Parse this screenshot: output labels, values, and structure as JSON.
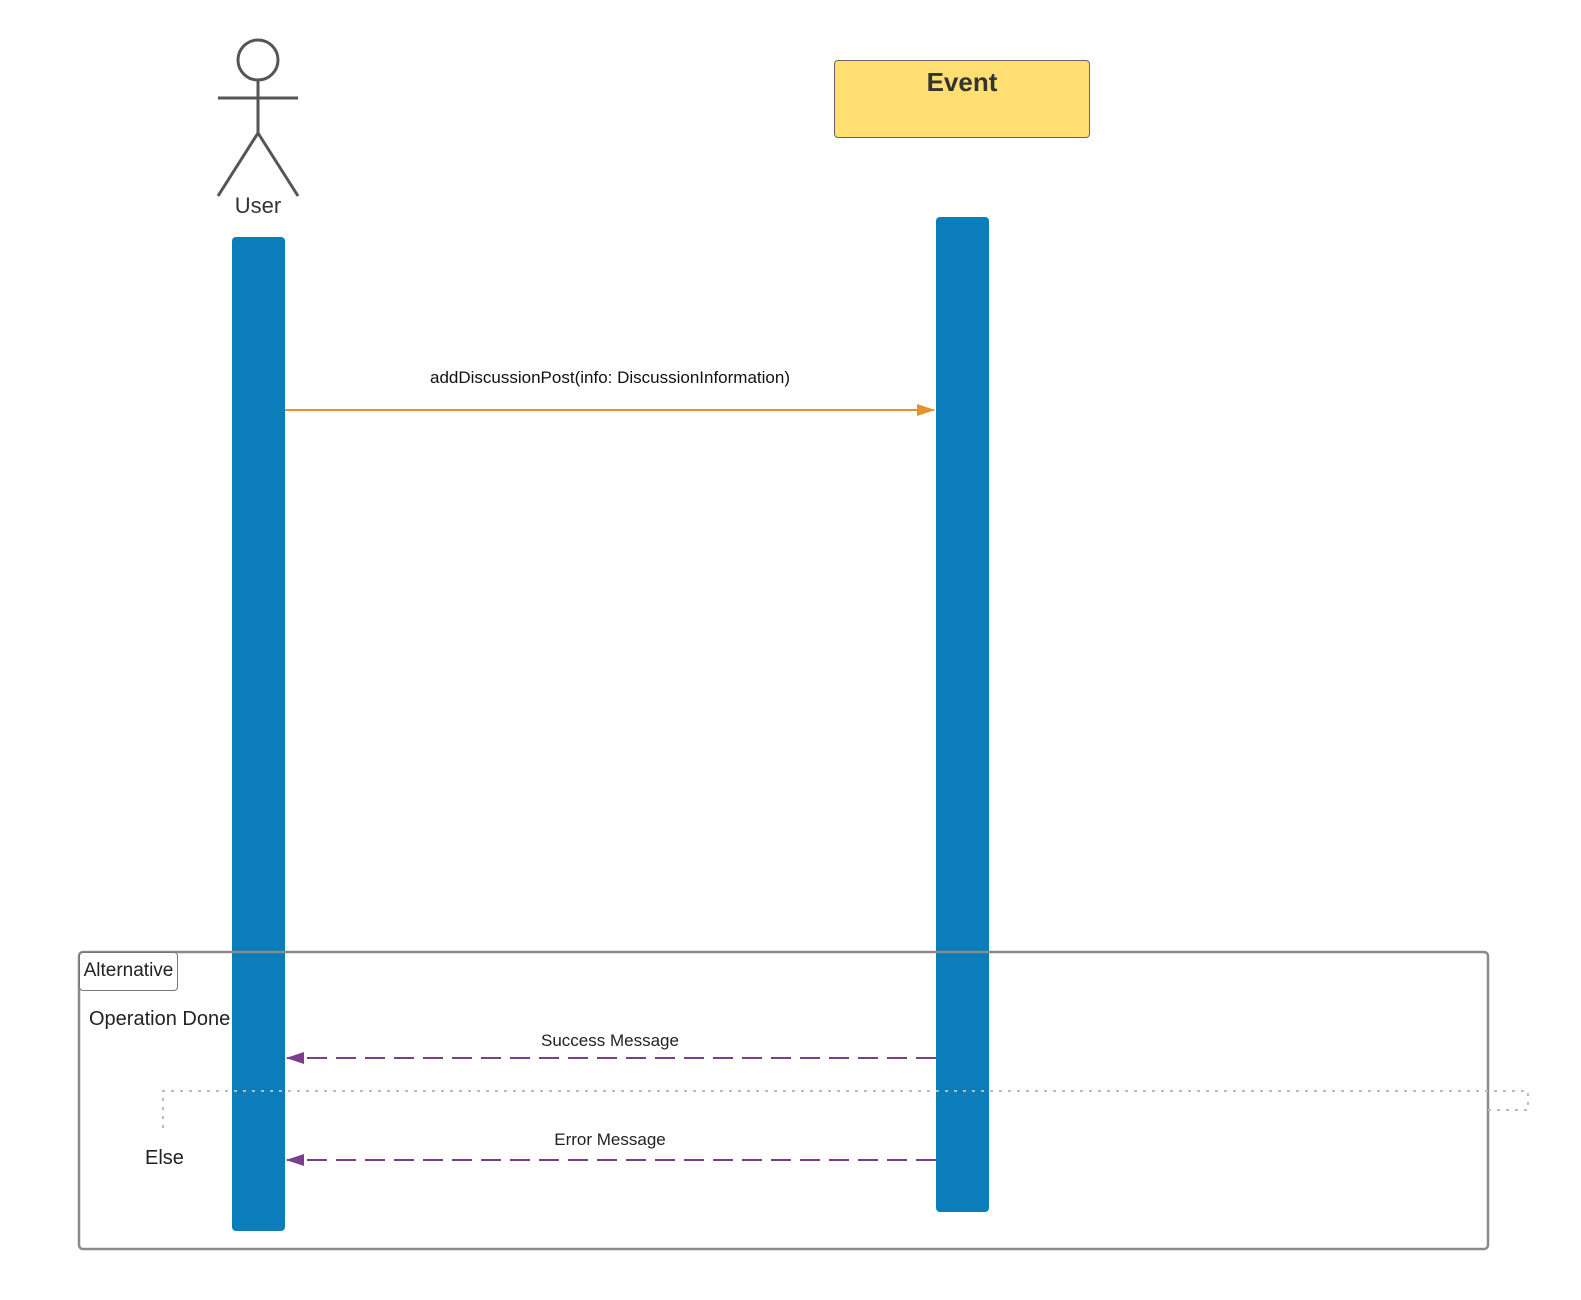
{
  "diagram": {
    "type": "sequence",
    "participants": [
      {
        "id": "user",
        "kind": "actor",
        "label": "User"
      },
      {
        "id": "event",
        "kind": "object",
        "label": "Event"
      }
    ],
    "messages": [
      {
        "id": "request",
        "from": "user",
        "to": "event",
        "style": "solid",
        "label": "addDiscussionPost(info: DiscussionInformation)"
      },
      {
        "id": "success",
        "from": "event",
        "to": "user",
        "style": "dashed",
        "label": "Success Message"
      },
      {
        "id": "error",
        "from": "event",
        "to": "user",
        "style": "dashed",
        "label": "Error Message"
      }
    ],
    "fragment": {
      "operator": "Alternative",
      "guards": [
        "Operation Done",
        "Else"
      ]
    }
  },
  "colors": {
    "activation": "#0b7dbb",
    "event_box_fill": "#ffdf71",
    "request_arrow": "#e8912a",
    "reply_arrow": "#7a3e8c",
    "actor_stroke": "#555555",
    "frame_stroke": "#8a8a8a",
    "separator": "#bbbbbb"
  }
}
